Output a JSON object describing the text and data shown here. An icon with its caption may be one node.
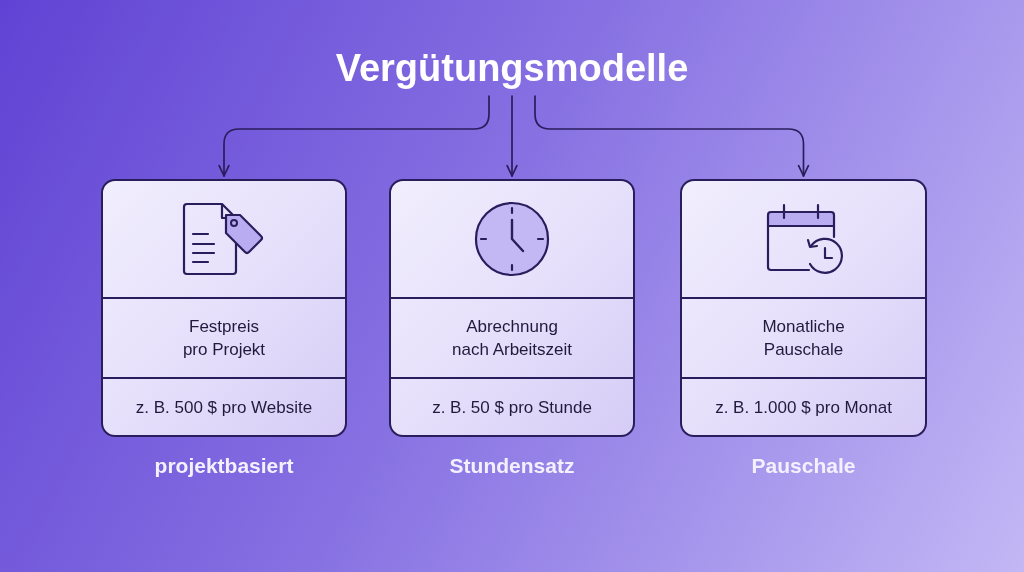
{
  "diagram": {
    "nodes": [
      {
        "text": [
          "Vergütungsmodelle"
        ]
      },
      {
        "text": [
          "Festpreis pro Projekt",
          "z. B. 500 $ pro Website"
        ],
        "beside": [
          "projektbasiert"
        ]
      },
      {
        "text": [
          "Abrechnung nach Arbeitszeit",
          "z. B. 50 $ pro Stunde"
        ],
        "beside": [
          "Stundensatz"
        ]
      },
      {
        "text": [
          "Monatliche Pauschale",
          "z. B. 1.000 $ pro Monat"
        ],
        "beside": [
          "Pauschale"
        ]
      }
    ],
    "edges": [
      {
        "from": 0,
        "to": 1,
        "arrow": "to"
      },
      {
        "from": 0,
        "to": 2,
        "arrow": "to"
      },
      {
        "from": 0,
        "to": 3,
        "arrow": "to"
      }
    ]
  }
}
